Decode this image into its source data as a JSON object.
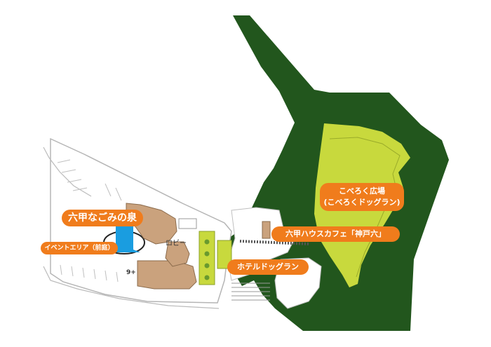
{
  "labels": {
    "fountain": "六甲なごみの泉",
    "event_area": "イベントエリア（前庭）",
    "lobby": "ロビー",
    "cafe": "六甲ハウスカフェ「神戸六」",
    "hotel_dogrun": "ホテルドッグラン",
    "square_line1": "こべろく広場",
    "square_line2": "(こべろくドッグラン)",
    "small_mark": "9+"
  },
  "colors": {
    "forest": "#22561d",
    "lawn": "#c8d93d",
    "building": "#caa27d",
    "label_bg": "#f07c1c",
    "water": "#1a9de0",
    "path_gray": "#d9d9d9"
  }
}
